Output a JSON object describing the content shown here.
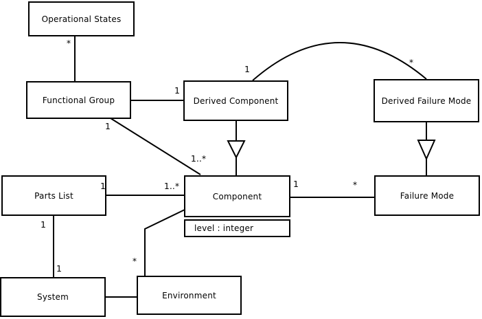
{
  "diagram": {
    "type": "uml-class-diagram",
    "background_color": "#ffffff",
    "stroke_color": "#000000",
    "nodes": [
      {
        "id": "operational-states",
        "label": "Operational States"
      },
      {
        "id": "functional-group",
        "label": "Functional Group"
      },
      {
        "id": "derived-component",
        "label": "Derived Component"
      },
      {
        "id": "derived-failure-mode",
        "label": "Derived Failure Mode"
      },
      {
        "id": "parts-list",
        "label": "Parts List"
      },
      {
        "id": "component",
        "label": "Component",
        "attributes": [
          "level : integer"
        ]
      },
      {
        "id": "failure-mode",
        "label": "Failure Mode"
      },
      {
        "id": "system",
        "label": "System"
      },
      {
        "id": "environment",
        "label": "Environment"
      }
    ],
    "associations": [
      {
        "from": "operational-states",
        "to": "functional-group",
        "from_mult": "*",
        "to_mult": ""
      },
      {
        "from": "functional-group",
        "to": "derived-component",
        "from_mult": "",
        "to_mult": "1"
      },
      {
        "from": "derived-component",
        "to": "derived-failure-mode",
        "from_mult": "1",
        "to_mult": "*"
      },
      {
        "from": "functional-group",
        "to": "component",
        "from_mult": "1",
        "to_mult": "1..*"
      },
      {
        "from": "parts-list",
        "to": "component",
        "from_mult": "1",
        "to_mult": "1..*"
      },
      {
        "from": "component",
        "to": "failure-mode",
        "from_mult": "1",
        "to_mult": "*"
      },
      {
        "from": "parts-list",
        "to": "system",
        "from_mult": "1",
        "to_mult": "1"
      },
      {
        "from": "system",
        "to": "environment",
        "from_mult": "",
        "to_mult": ""
      },
      {
        "from": "environment",
        "to": "component",
        "from_mult": "*",
        "to_mult": ""
      },
      {
        "from": "derived-component",
        "to": "component",
        "kind": "generalization"
      },
      {
        "from": "derived-failure-mode",
        "to": "failure-mode",
        "kind": "generalization"
      }
    ],
    "multiplicity_labels": [
      {
        "text": "*",
        "association": "operational-states-functional-group",
        "end": "operational-states"
      },
      {
        "text": "1",
        "association": "functional-group-derived-component",
        "end": "derived-component"
      },
      {
        "text": "1",
        "association": "derived-component-derived-failure-mode",
        "end": "derived-component"
      },
      {
        "text": "*",
        "association": "derived-component-derived-failure-mode",
        "end": "derived-failure-mode"
      },
      {
        "text": "1",
        "association": "functional-group-component",
        "end": "functional-group"
      },
      {
        "text": "1..*",
        "association": "functional-group-component",
        "end": "component"
      },
      {
        "text": "1",
        "association": "parts-list-component",
        "end": "parts-list"
      },
      {
        "text": "1..*",
        "association": "parts-list-component",
        "end": "component"
      },
      {
        "text": "1",
        "association": "component-failure-mode",
        "end": "component"
      },
      {
        "text": "*",
        "association": "component-failure-mode",
        "end": "failure-mode"
      },
      {
        "text": "1",
        "association": "parts-list-system",
        "end": "parts-list"
      },
      {
        "text": "1",
        "association": "parts-list-system",
        "end": "system"
      },
      {
        "text": "*",
        "association": "environment-component",
        "end": "environment"
      }
    ]
  }
}
